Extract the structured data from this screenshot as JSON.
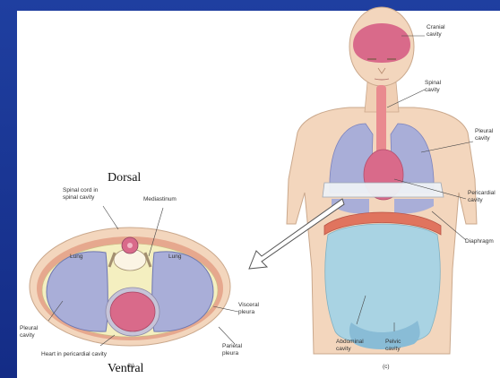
{
  "overlay": {
    "dorsal": "Dorsal",
    "ventral": "Ventral"
  },
  "labels": {
    "cranial_1": "Cranial",
    "cranial_2": "cavity",
    "spinal_1": "Spinal",
    "spinal_2": "cavity",
    "pleural_right_1": "Pleural",
    "pleural_right_2": "cavity",
    "pericardial_right_1": "Pericardial",
    "pericardial_right_2": "cavity",
    "diaphragm": "Diaphragm",
    "abdominal_1": "Abdominal",
    "abdominal_2": "cavity",
    "pelvic_1": "Pelvic",
    "pelvic_2": "cavity",
    "panel_c": "(c)",
    "spinal_cord_1": "Spinal cord in",
    "spinal_cord_2": "spinal cavity",
    "mediastinum": "Mediastinum",
    "lung_left": "Lung",
    "lung_right": "Lung",
    "visceral_1": "Visceral",
    "visceral_2": "pleura",
    "parietal_1": "Parietal",
    "parietal_2": "pleura",
    "pleural_left_1": "Pleural",
    "pleural_left_2": "cavity",
    "heart": "Heart in pericardial cavity",
    "panel_b": "(b)"
  },
  "colors": {
    "slide_bg": "#1a3597",
    "cavity_pink": "#d96a8a",
    "lung": "#a9aed8",
    "abdomen": "#a9d3e3",
    "skin": "#f3d6bd"
  }
}
